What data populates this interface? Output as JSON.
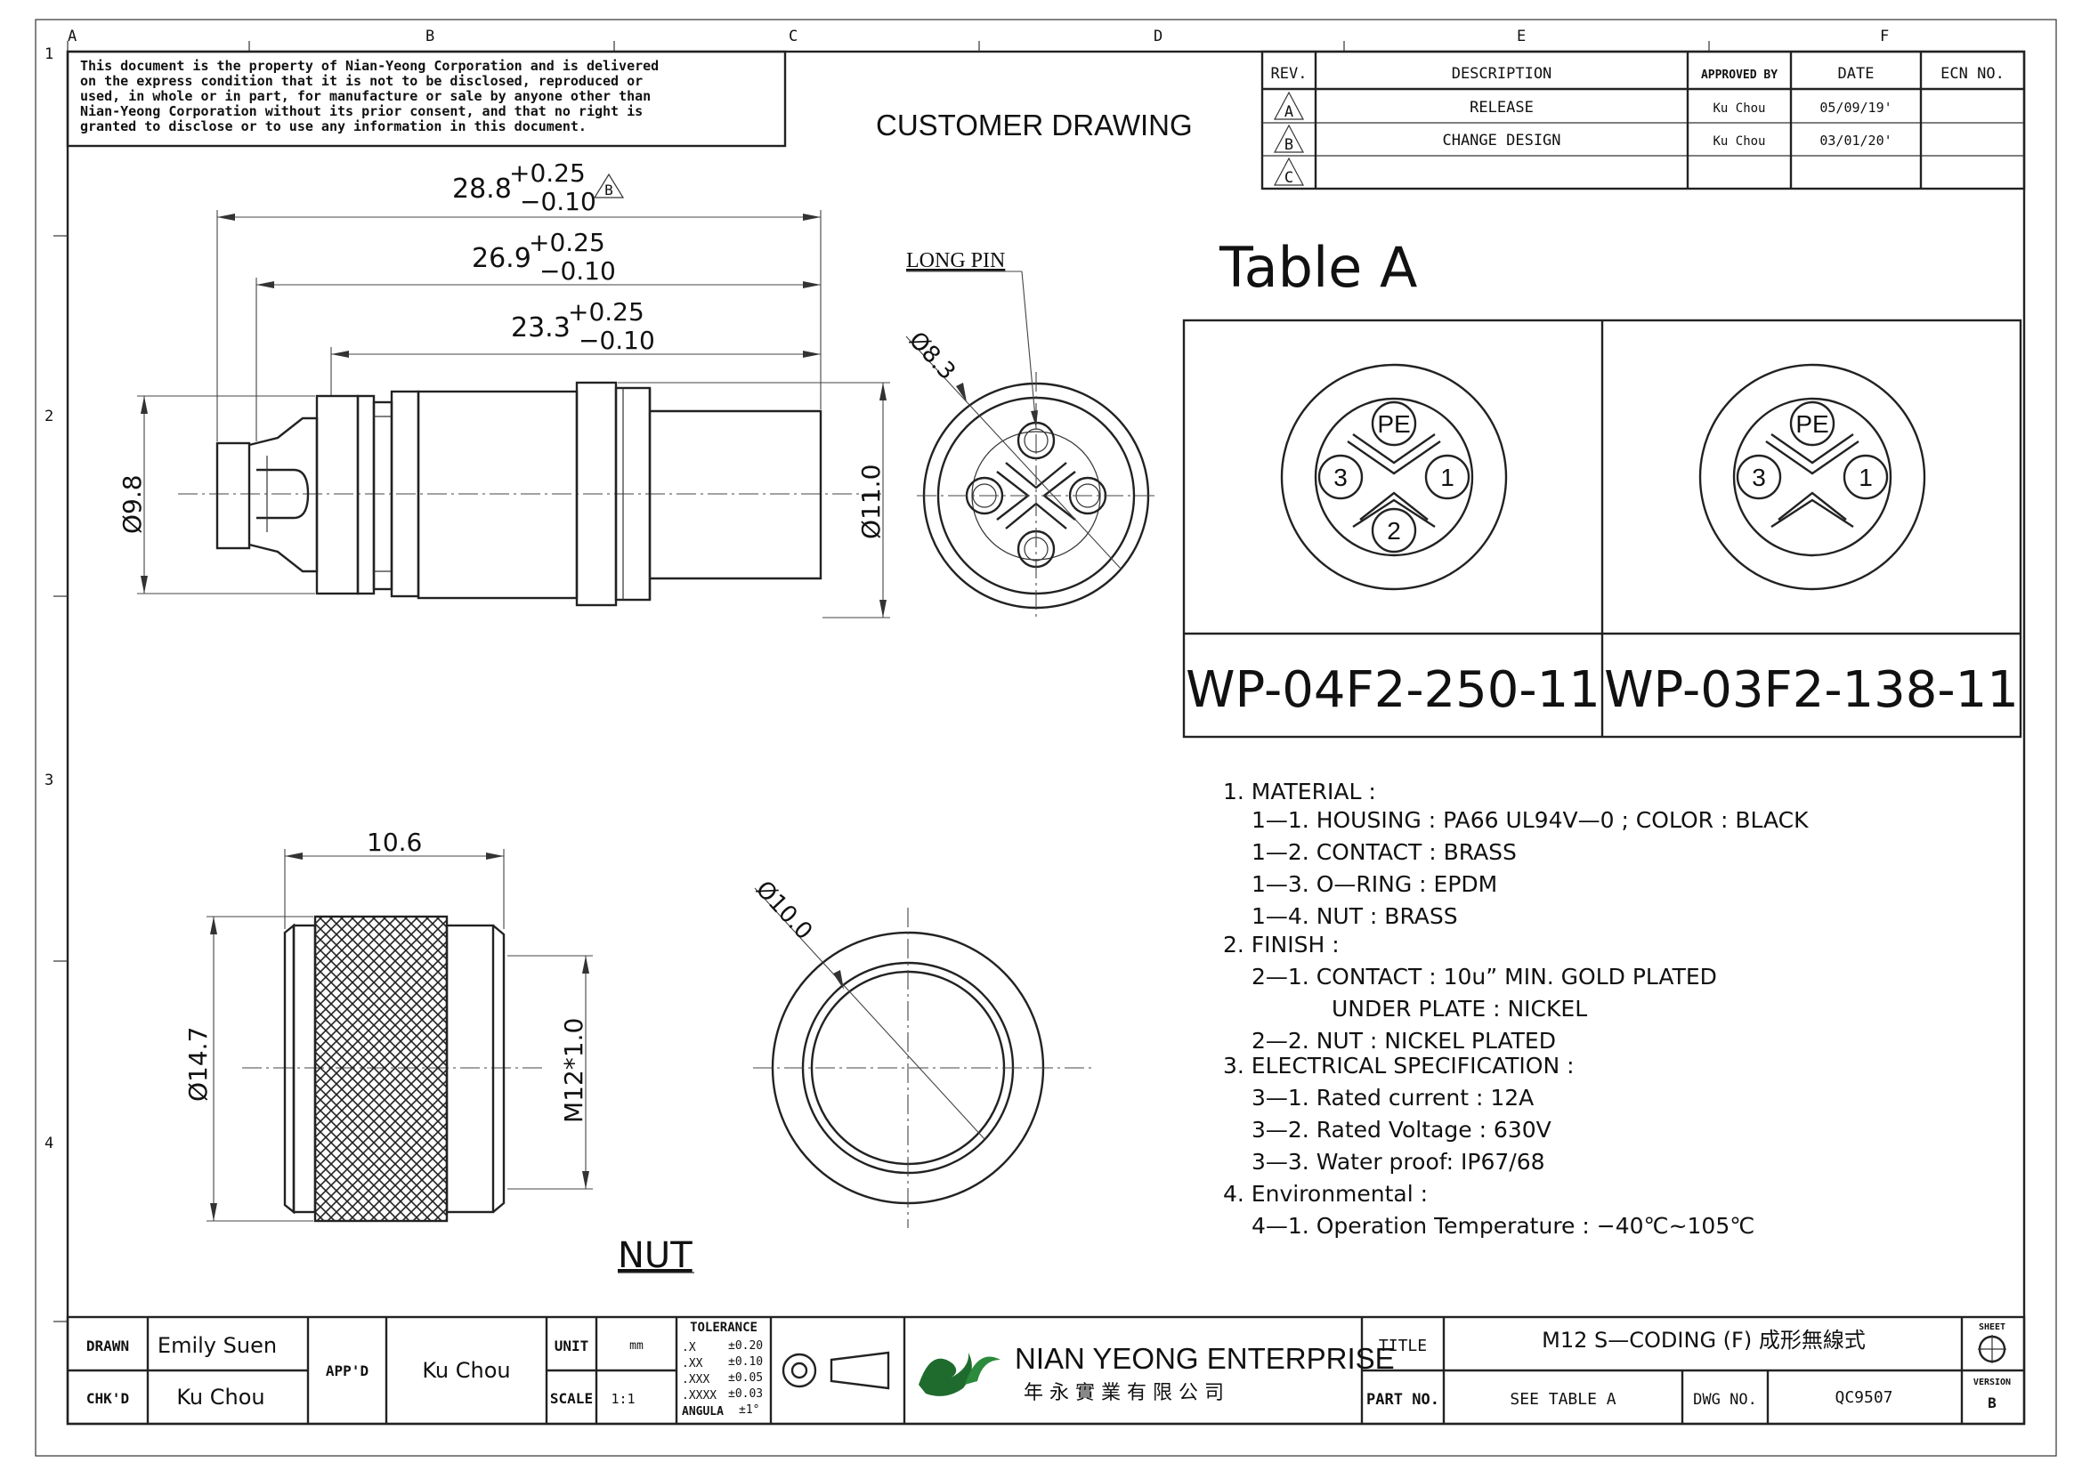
{
  "border": {
    "col_labels": [
      "A",
      "B",
      "C",
      "D",
      "E",
      "F"
    ],
    "row_labels": [
      "1",
      "2",
      "3",
      "4"
    ]
  },
  "notice": [
    "This document is the property of Nian-Yeong Corporation and is delivered",
    "on  the  express condition that it is not to be disclosed, reproduced or",
    "used, in whole or in part, for manufacture or sale by anyone other than",
    "Nian-Yeong Corporation without  its prior consent, and that  no right  is",
    "granted to disclose or to use any information in this  document."
  ],
  "drawing_kind": "CUSTOMER  DRAWING",
  "revision_table": {
    "headers": [
      "REV.",
      "DESCRIPTION",
      "APPROVED BY",
      "DATE",
      "ECN NO."
    ],
    "rows": [
      {
        "rev": "A",
        "description": "RELEASE",
        "approved_by": "Ku Chou",
        "date": "05/09/19'",
        "ecn": ""
      },
      {
        "rev": "B",
        "description": "CHANGE DESIGN",
        "approved_by": "Ku Chou",
        "date": "03/01/20'",
        "ecn": ""
      },
      {
        "rev": "C",
        "description": "",
        "approved_by": "",
        "date": "",
        "ecn": ""
      }
    ]
  },
  "dimensions": {
    "overall": {
      "base": "28.8",
      "plus": "+0.25",
      "minus": "−0.10",
      "rev_flag": "B"
    },
    "mid": {
      "base": "26.9",
      "plus": "+0.25",
      "minus": "−0.10"
    },
    "short": {
      "base": "23.3",
      "plus": "+0.25",
      "minus": "−0.10"
    },
    "dia_small": "Ø9.8",
    "dia_large": "Ø11.0",
    "face_dia": "Ø8.3",
    "long_pin": "LONG PIN",
    "nut_length": "10.6",
    "nut_dia": "Ø14.7",
    "nut_thread": "M12*1.0",
    "nut_face_dia": "Ø10.0",
    "nut_label": "NUT"
  },
  "table_a": {
    "title": "Table A",
    "variants": [
      {
        "part_no": "WP-04F2-250-11",
        "pins": [
          "PE",
          "3",
          "1",
          "2"
        ]
      },
      {
        "part_no": "WP-03F2-138-11",
        "pins": [
          "PE",
          "3",
          "1"
        ]
      }
    ]
  },
  "specs": [
    "1.  MATERIAL  :",
    "1—1.  HOUSING  :  PA66  UL94V—0  ;  COLOR  :  BLACK",
    "1—2.  CONTACT  :  BRASS",
    "1—3.  O—RING  :  EPDM",
    "1—4.  NUT  :  BRASS",
    "2.  FINISH  :",
    "2—1.  CONTACT  :  10u”  MIN.  GOLD  PLATED",
    "UNDER  PLATE  :  NICKEL",
    "2—2.  NUT  :  NICKEL  PLATED",
    "3.  ELECTRICAL  SPECIFICATION  :",
    "3—1.  Rated  current  :  12A",
    "3—2.  Rated  Voltage  :  630V",
    "3—3.  Water  proof:  IP67/68",
    "4.  Environmental  :",
    "4—1.  Operation  Temperature  :  −40℃~105℃"
  ],
  "title_block": {
    "drawn_label": "DRAWN",
    "drawn": "Emily Suen",
    "chkd_label": "CHK'D",
    "chkd": "Ku Chou",
    "appd_label": "APP'D",
    "appd": "Ku Chou",
    "unit_label": "UNIT",
    "unit": "mm",
    "scale_label": "SCALE",
    "scale": "1:1",
    "tolerance_title": "TOLERANCE",
    "tolerances": [
      {
        "k": ".X",
        "v": "±0.20"
      },
      {
        "k": ".XX",
        "v": "±0.10"
      },
      {
        "k": ".XXX",
        "v": "±0.05"
      },
      {
        "k": ".XXXX",
        "v": "±0.03"
      },
      {
        "k": "ANGULA",
        "v": "±1°"
      }
    ],
    "company_en": "NIAN YEONG ENTERPRISE",
    "company_zh": "年 永 實 業 有 限 公 司",
    "title_label": "TITLE",
    "title": "M12  S—CODING  (F)  成形無線式",
    "part_label": "PART NO.",
    "part": "SEE  TABLE  A",
    "dwg_label": "DWG NO.",
    "dwg": "QC9507",
    "sheet_label": "SHEET",
    "version_label": "VERSION",
    "version": "B"
  }
}
